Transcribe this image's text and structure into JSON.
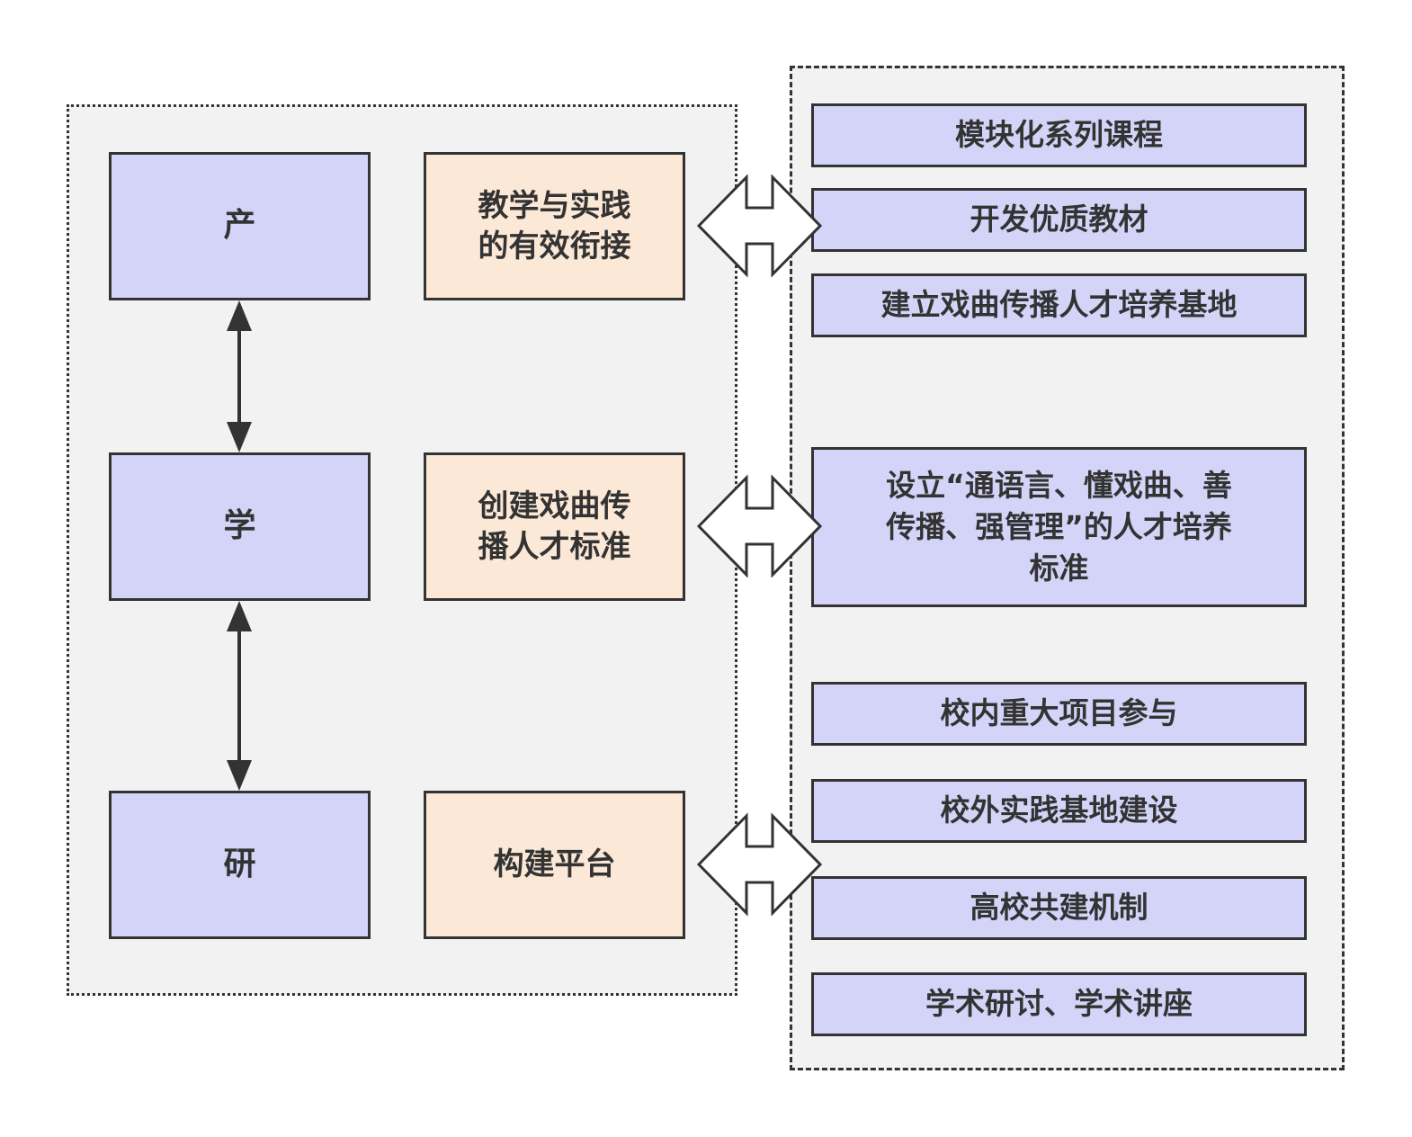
{
  "left_group": {
    "stages": [
      {
        "id": "chan",
        "label": "产"
      },
      {
        "id": "xue",
        "label": "学"
      },
      {
        "id": "yan",
        "label": "研"
      }
    ],
    "goals": [
      {
        "id": "goal-1",
        "lines": [
          "教学与实践",
          "的有效衔接"
        ]
      },
      {
        "id": "goal-2",
        "lines": [
          "创建戏曲传",
          "播人才标准"
        ]
      },
      {
        "id": "goal-3",
        "lines": [
          "构建平台"
        ]
      }
    ]
  },
  "right_group": {
    "items": [
      {
        "id": "r1",
        "label": "模块化系列课程"
      },
      {
        "id": "r2",
        "label": "开发优质教材"
      },
      {
        "id": "r3",
        "label": "建立戏曲传播人才培养基地"
      },
      {
        "id": "r4",
        "lines": [
          "设立“通语言、懂戏曲、善",
          "传播、强管理”的人才培养",
          "标准"
        ]
      },
      {
        "id": "r5",
        "label": "校内重大项目参与"
      },
      {
        "id": "r6",
        "label": "校外实践基地建设"
      },
      {
        "id": "r7",
        "label": "高校共建机制"
      },
      {
        "id": "r8",
        "label": "学术研讨、学术讲座"
      }
    ]
  },
  "colors": {
    "stage_fill": "#d4d4f8",
    "goal_fill": "#fbe8d6",
    "item_fill": "#d4d4f8",
    "group_fill": "#f2f2f2",
    "stroke": "#333333"
  }
}
